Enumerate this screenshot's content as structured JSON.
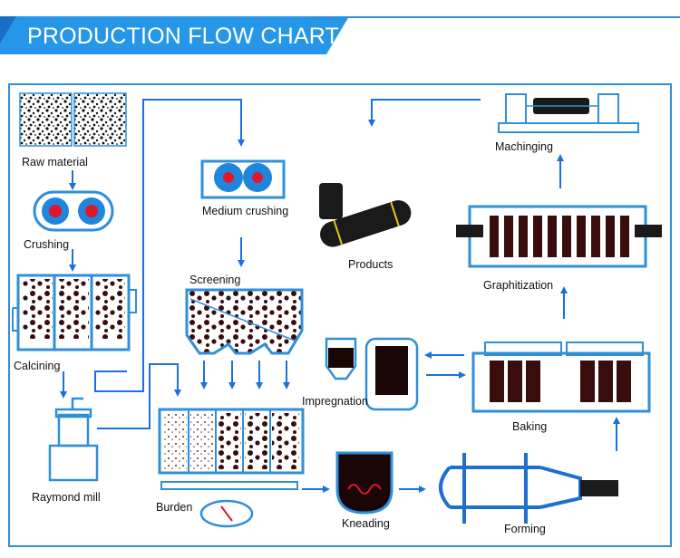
{
  "title": "PRODUCTION FLOW CHART",
  "colors": {
    "accent": "#1f86dc",
    "flow": "#1d6fe0",
    "banner_dark": "#1a6fc4",
    "heater": "#e0162b",
    "carbon": "#3a0d0d"
  },
  "steps": {
    "raw_material": "Raw material",
    "crushing": "Crushing",
    "calcining": "Calcining",
    "raymond_mill": "Raymond mill",
    "medium_crushing": "Medium crushing",
    "screening": "Screening",
    "burden": "Burden",
    "kneading": "Kneading",
    "forming": "Forming",
    "products": "Products",
    "impregnation": "Impregnation",
    "baking": "Baking",
    "graphitization": "Graphitization",
    "machinging": "Machinging"
  }
}
